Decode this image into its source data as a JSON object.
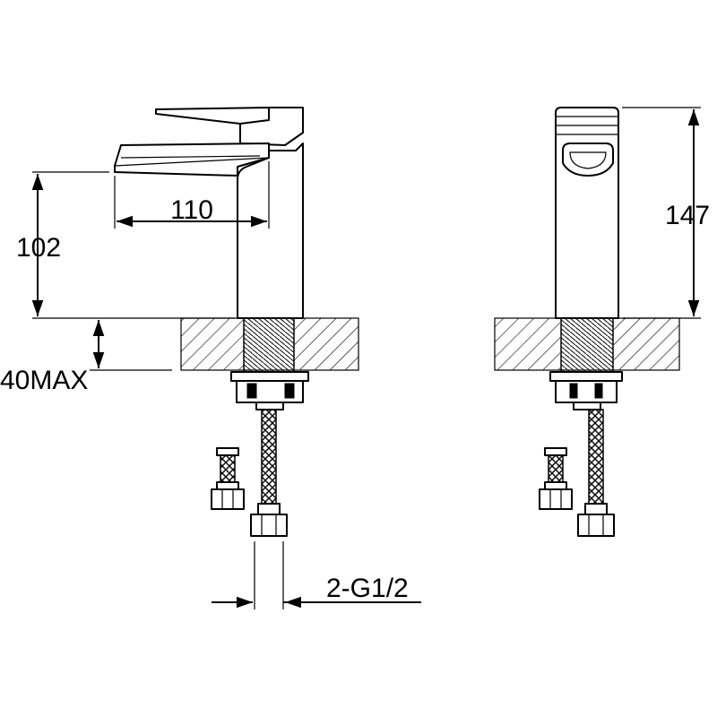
{
  "dimensions": {
    "spout_reach": "110",
    "spout_height": "102",
    "deck_thickness": "40MAX",
    "overall_height": "147",
    "connection": "2-G1/2"
  },
  "colors": {
    "line": "#000000",
    "background": "#ffffff"
  }
}
